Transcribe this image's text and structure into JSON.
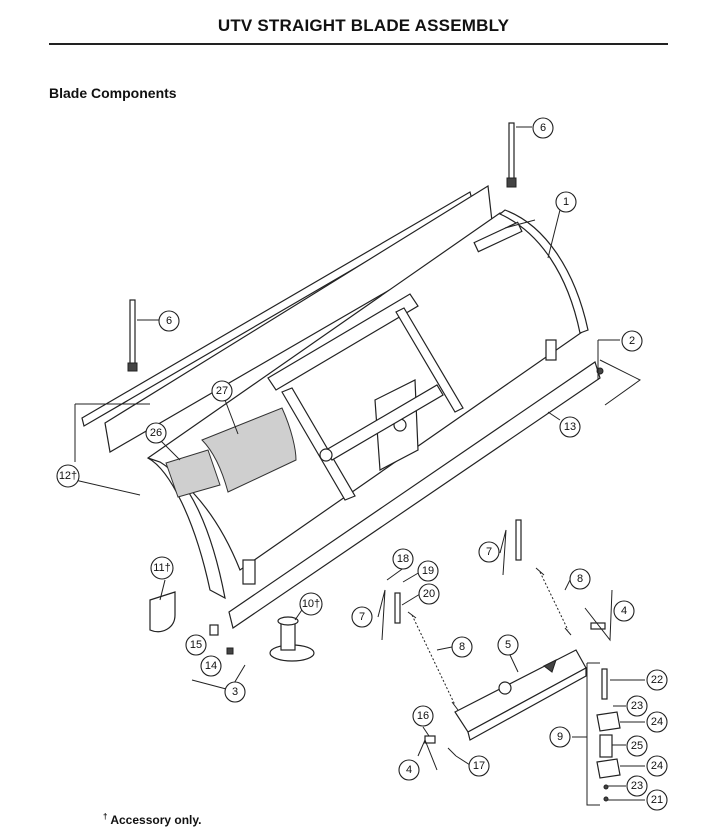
{
  "header": {
    "title": "UTV STRAIGHT BLADE ASSEMBLY"
  },
  "section": {
    "heading": "Blade Components"
  },
  "footnote": {
    "mark": "†",
    "text": " Accessory only."
  },
  "callouts": [
    {
      "label": "1"
    },
    {
      "label": "2"
    },
    {
      "label": "3"
    },
    {
      "label": "4"
    },
    {
      "label": "4"
    },
    {
      "label": "5"
    },
    {
      "label": "6"
    },
    {
      "label": "6"
    },
    {
      "label": "7"
    },
    {
      "label": "7"
    },
    {
      "label": "8"
    },
    {
      "label": "8"
    },
    {
      "label": "9"
    },
    {
      "label": "10†"
    },
    {
      "label": "11†"
    },
    {
      "label": "12†"
    },
    {
      "label": "13"
    },
    {
      "label": "14"
    },
    {
      "label": "15"
    },
    {
      "label": "16"
    },
    {
      "label": "17"
    },
    {
      "label": "18"
    },
    {
      "label": "19"
    },
    {
      "label": "20"
    },
    {
      "label": "21"
    },
    {
      "label": "22"
    },
    {
      "label": "23"
    },
    {
      "label": "23"
    },
    {
      "label": "24"
    },
    {
      "label": "24"
    },
    {
      "label": "25"
    },
    {
      "label": "26"
    },
    {
      "label": "27"
    }
  ]
}
